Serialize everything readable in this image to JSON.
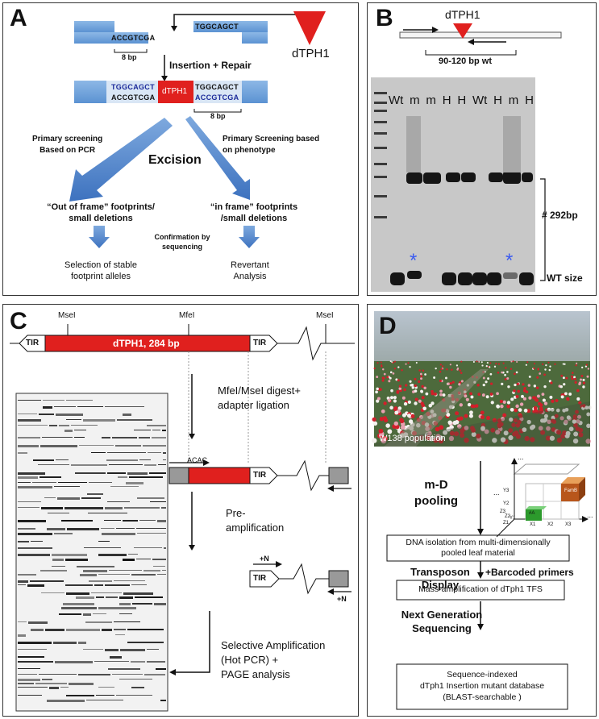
{
  "panelA": {
    "label": "A",
    "dtph1": "dTPH1",
    "seq_top_right": "TGGCAGCT",
    "seq_bottom_left": "ACCGTCGA",
    "bp8": "8 bp",
    "insertion_repair": "Insertion + Repair",
    "inserted_left_top": "TGGCAGCT",
    "inserted_left_bottom": "ACCGTCGA",
    "inserted_right_top": "TGGCAGCT",
    "inserted_right_bottom": "ACCGTCGA",
    "element_label": "dTPH1",
    "primary_left_1": "Primary screening",
    "primary_left_2": "Based on PCR",
    "primary_right_1": "Primary Screening based",
    "primary_right_2": "on phenotype",
    "excision": "Excision",
    "out_frame_1": "“Out of frame” footprints/",
    "out_frame_2": "small deletions",
    "in_frame_1": "“in frame” footprints",
    "in_frame_2": "/small deletions",
    "confirm_1": "Confirmation by",
    "confirm_2": "sequencing",
    "selection_1": "Selection of stable",
    "selection_2": "footprint alleles",
    "revertant_1": "Revertant",
    "revertant_2": "Analysis"
  },
  "panelB": {
    "label": "B",
    "dtph1": "dTPH1",
    "wt_bp": "90-120 bp wt",
    "lanes": [
      "Wt",
      "m",
      "m",
      "H",
      "H",
      "Wt",
      "H",
      "m",
      "H"
    ],
    "size_292": "# 292bp",
    "wt_size": "WT size",
    "star": "*"
  },
  "panelC": {
    "label": "C",
    "msei_left": "MseI",
    "mfei": "MfeI",
    "msei_right": "MseI",
    "tir": "TIR",
    "element": "dTPH1, 284 bp",
    "step1_1": "MfeI/MseI digest+",
    "step1_2": "adapter ligation",
    "acac": "ACAC",
    "step2_1": "Pre-",
    "step2_2": "amplification",
    "plus_n": "+N",
    "step3_1": "Selective Amplification",
    "step3_2": "(Hot PCR) +",
    "step3_3": "PAGE analysis"
  },
  "panelD": {
    "label": "D",
    "photo_caption": "W138 population",
    "md_pooling_1": "m-D",
    "md_pooling_2": "pooling",
    "dna_box_1": "DNA isolation from multi-dimensionally",
    "dna_box_2": "pooled leaf material",
    "transposon_1": "Transposon",
    "transposon_2": "Display",
    "barcoded": "+Barcoded primers",
    "mass_box": "Mass-amplification of dTph1 TFS",
    "ngs_1": "Next Generation",
    "ngs_2": "Sequencing",
    "db_box_1": "Sequence-indexed",
    "db_box_2": "dTph1 Insertion mutant database",
    "db_box_3": "(BLAST-searchable )",
    "cube_y3": "Y3",
    "cube_y2": "Y2",
    "cube_y1": "Y1",
    "cube_z1": "Z1",
    "cube_z2": "Z2",
    "cube_z3": "Z3",
    "cube_x1": "X1",
    "cube_x2": "X2",
    "cube_x3": "X3",
    "cube_famb": "FamB",
    "cube_fama": "#A",
    "cube_dots": "..."
  }
}
